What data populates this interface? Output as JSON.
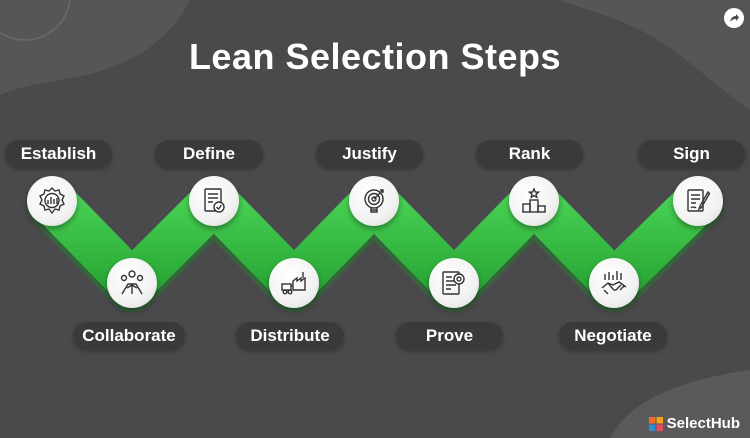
{
  "title": "Lean Selection Steps",
  "steps_top": [
    {
      "label": "Establish",
      "icon": "badge-chart-icon"
    },
    {
      "label": "Define",
      "icon": "checklist-document-icon"
    },
    {
      "label": "Justify",
      "icon": "target-bulb-icon"
    },
    {
      "label": "Rank",
      "icon": "podium-star-icon"
    },
    {
      "label": "Sign",
      "icon": "contract-pen-icon"
    }
  ],
  "steps_bottom": [
    {
      "label": "Collaborate",
      "icon": "team-hands-icon"
    },
    {
      "label": "Distribute",
      "icon": "delivery-factory-icon"
    },
    {
      "label": "Prove",
      "icon": "report-gear-icon"
    },
    {
      "label": "Negotiate",
      "icon": "handshake-chart-icon"
    }
  ],
  "brand": {
    "name": "SelectHub"
  },
  "colors": {
    "background": "#4a4a4c",
    "ribbon": "#3fc54a",
    "ribbon_dark": "#27a535",
    "pill": "#3a3a3c"
  }
}
